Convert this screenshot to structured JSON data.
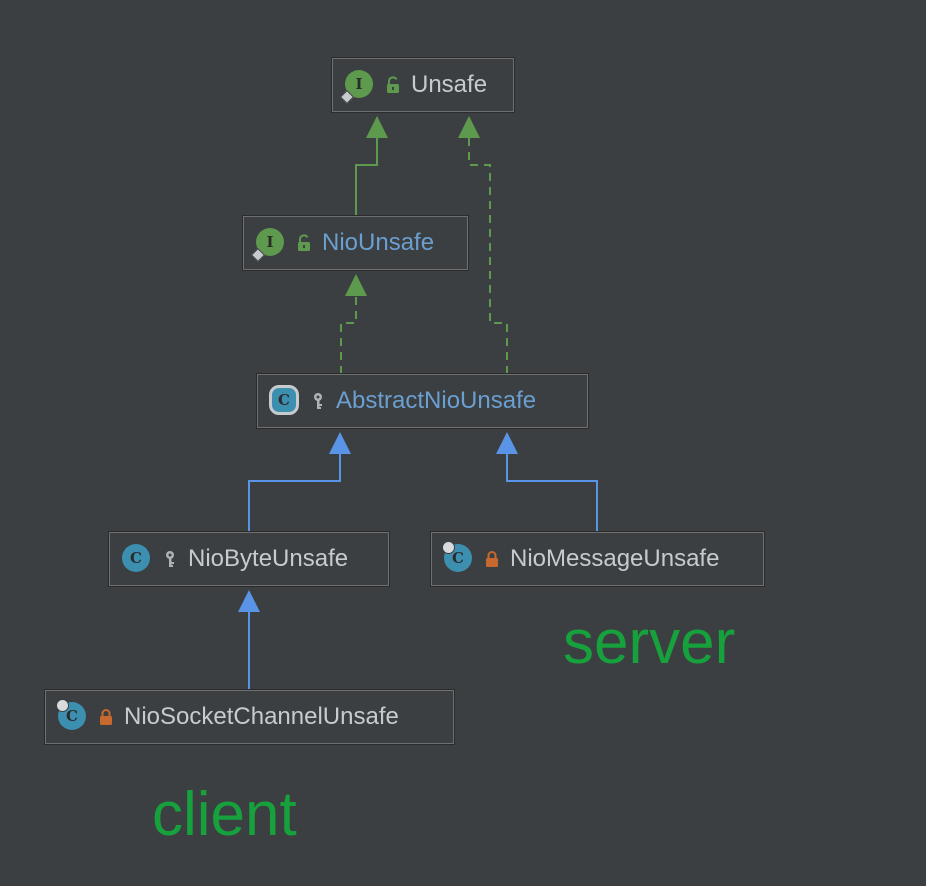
{
  "nodes": {
    "unsafe": {
      "name": "Unsafe",
      "kind_icon": "interface-icon",
      "visibility_icon": "open-lock-icon",
      "color": "#c8cbcd"
    },
    "nio_unsafe": {
      "name": "NioUnsafe",
      "kind_icon": "interface-icon",
      "visibility_icon": "open-lock-icon",
      "color": "#6a9fd0"
    },
    "abstract_nio_unsafe": {
      "name": "AbstractNioUnsafe",
      "kind_icon": "abstract-class-icon",
      "visibility_icon": "key-icon",
      "color": "#6a9fd0"
    },
    "nio_byte_unsafe": {
      "name": "NioByteUnsafe",
      "kind_icon": "class-icon",
      "visibility_icon": "key-icon",
      "color": "#c8cbcd"
    },
    "nio_message_unsafe": {
      "name": "NioMessageUnsafe",
      "kind_icon": "inner-class-icon",
      "visibility_icon": "locked-icon",
      "color": "#c8cbcd"
    },
    "nio_socket_channel_unsafe": {
      "name": "NioSocketChannelUnsafe",
      "kind_icon": "inner-class-icon",
      "visibility_icon": "locked-icon",
      "color": "#c8cbcd"
    }
  },
  "edges": [
    {
      "from": "nio_unsafe",
      "to": "unsafe",
      "type": "extends-interface",
      "color": "#5e9a4e"
    },
    {
      "from": "abstract_nio_unsafe",
      "to": "nio_unsafe",
      "type": "implements",
      "color": "#5e9a4e"
    },
    {
      "from": "abstract_nio_unsafe",
      "to": "unsafe",
      "type": "implements",
      "color": "#5e9a4e"
    },
    {
      "from": "nio_byte_unsafe",
      "to": "abstract_nio_unsafe",
      "type": "extends",
      "color": "#5a94e6"
    },
    {
      "from": "nio_message_unsafe",
      "to": "abstract_nio_unsafe",
      "type": "extends",
      "color": "#5a94e6"
    },
    {
      "from": "nio_socket_channel_unsafe",
      "to": "nio_byte_unsafe",
      "type": "extends",
      "color": "#5a94e6"
    }
  ],
  "annotations": {
    "server": "server",
    "client": "client",
    "color": "#16a13d"
  },
  "colors": {
    "background": "#3c3f41",
    "border": "#6d6f71"
  }
}
